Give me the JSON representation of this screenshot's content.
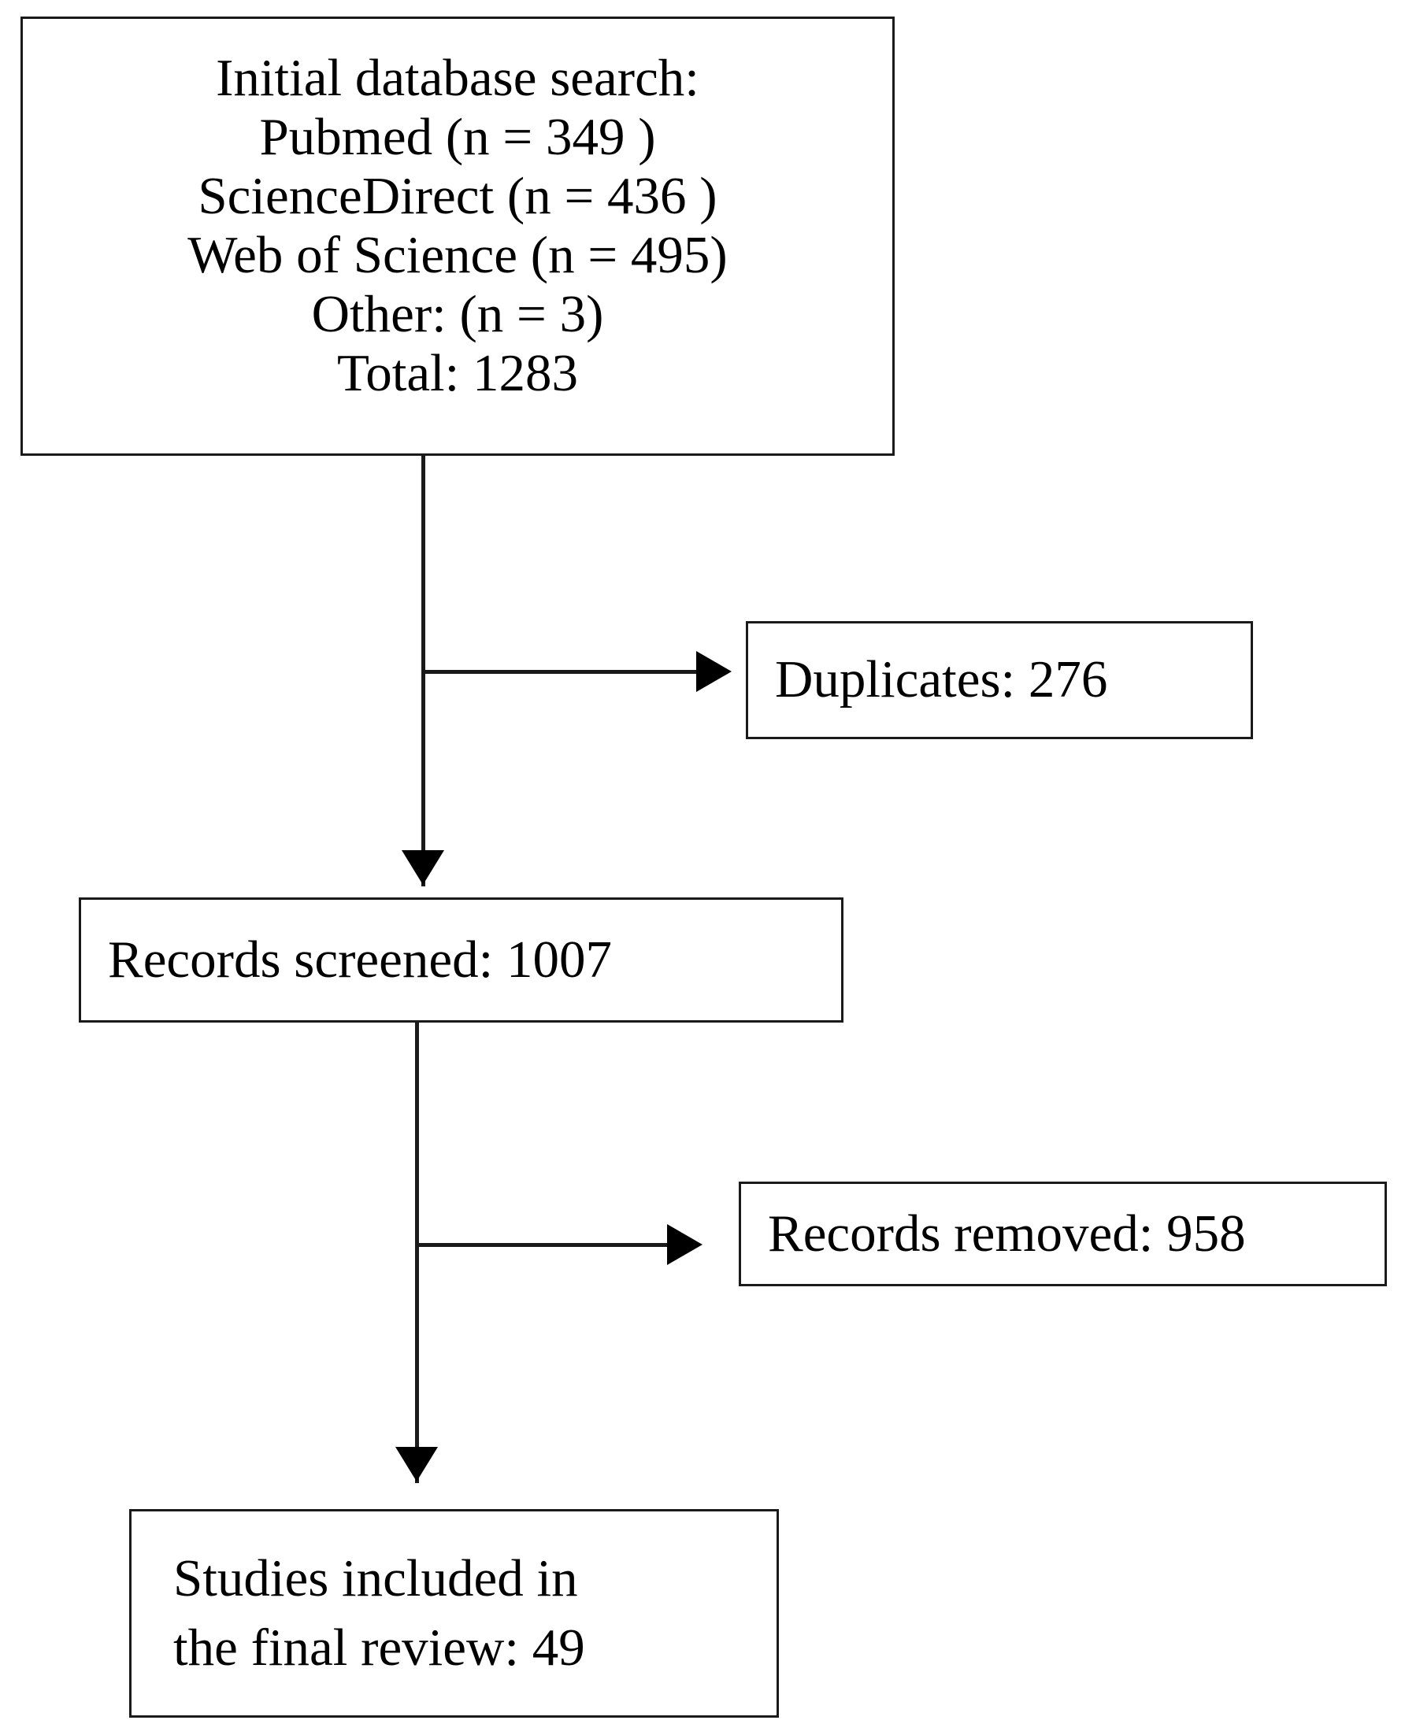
{
  "diagram": {
    "type": "prisma-flow-diagram",
    "title": "Study selection flow",
    "colors": {
      "background": "#ffffff",
      "stroke": "#1a1a1a",
      "text": "#000000",
      "arrow": "#000000"
    },
    "nodes": [
      {
        "id": "initial-search",
        "name": "initial-database-search-box",
        "align": "center",
        "text": "Initial database search:\nPubmed (n = 349 )\nScienceDirect (n = 436 )\nWeb of Science (n = 495)\nOther: (n = 3)\nTotal:  1283",
        "lines": [
          "Initial database search:",
          "Pubmed (n = 349 )",
          "ScienceDirect (n = 436 )",
          "Web of Science (n = 495)",
          "Other: (n = 3)",
          "Total:  1283"
        ],
        "counts": {
          "Pubmed": 349,
          "ScienceDirect": 436,
          "Web of Science": 495,
          "Other": 3,
          "Total": 1283
        }
      },
      {
        "id": "duplicates",
        "name": "duplicates-box",
        "align": "left",
        "text": "Duplicates: 276",
        "label": "Duplicates",
        "count": 276
      },
      {
        "id": "records-screened",
        "name": "records-screened-box",
        "align": "left",
        "text": "Records screened: 1007",
        "label": "Records screened",
        "count": 1007
      },
      {
        "id": "records-removed",
        "name": "records-removed-box",
        "align": "left",
        "text": "Records removed: 958",
        "label": "Records removed",
        "count": 958
      },
      {
        "id": "studies-included",
        "name": "studies-included-box",
        "align": "left",
        "text": "Studies included in\nthe final review: 49",
        "lines": [
          "Studies included in",
          "the final review: 49"
        ],
        "label": "Studies included in the final review",
        "count": 49
      }
    ],
    "edges": [
      {
        "id": "edge-initial-to-duplicates",
        "from": "initial-search",
        "to": "duplicates",
        "arrow": "right"
      },
      {
        "id": "edge-initial-to-screened",
        "from": "initial-search",
        "to": "records-screened",
        "arrow": "down"
      },
      {
        "id": "edge-screened-to-removed",
        "from": "records-screened",
        "to": "records-removed",
        "arrow": "right"
      },
      {
        "id": "edge-screened-to-included",
        "from": "records-screened",
        "to": "studies-included",
        "arrow": "down"
      }
    ]
  }
}
